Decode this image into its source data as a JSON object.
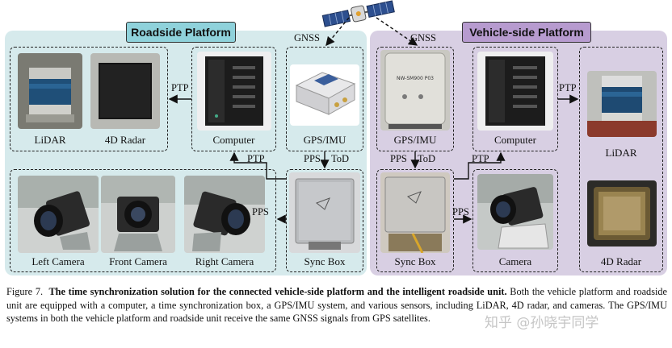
{
  "regions": {
    "roadside_title": "Roadside Platform",
    "vehicle_title": "Vehicle-side Platform"
  },
  "labels": {
    "gnss_left": "GNSS",
    "gnss_right": "GNSS",
    "lidar_road": "LiDAR",
    "radar_road": "4D Radar",
    "computer_road": "Computer",
    "gps_road": "GPS/IMU",
    "left_camera": "Left Camera",
    "front_camera": "Front Camera",
    "right_camera": "Right Camera",
    "sync_road": "Sync Box",
    "gps_veh": "GPS/IMU",
    "computer_veh": "Computer",
    "lidar_veh": "LiDAR",
    "sync_veh": "Sync Box",
    "camera_veh": "Camera",
    "radar_veh": "4D Radar"
  },
  "links": {
    "ptp_road_top": "PTP",
    "ptp_road_mid": "PTP",
    "pps_road_1": "PPS",
    "tod_road": "ToD",
    "pps_road_cam": "PPS",
    "pps_veh_1": "PPS",
    "tod_veh": "ToD",
    "ptp_veh_mid": "PTP",
    "ptp_veh_top": "PTP",
    "pps_veh_cam": "PPS"
  },
  "device_text": {
    "gps_unit_model": "NW-SM900 P03"
  },
  "caption": {
    "figure": "Figure 7.",
    "bold_title": "The time synchronization solution for the connected vehicle-side platform and the intelligent roadside unit.",
    "body": "Both the vehicle platform and roadside unit are equipped with a computer, a time synchronization box, a GPS/IMU system, and various sensors, including LiDAR, 4D radar, and cameras. The GPS/IMU systems in both the vehicle platform and roadside unit receive the same GNSS signals from GPS satellites."
  },
  "watermark": "知乎 @孙晓宇同学",
  "colors": {
    "roadside_bg": "#d6eaec",
    "roadside_title_bg": "#8fd2db",
    "vehicle_bg": "#d8cfe3",
    "vehicle_title_bg": "#b79bcf"
  }
}
